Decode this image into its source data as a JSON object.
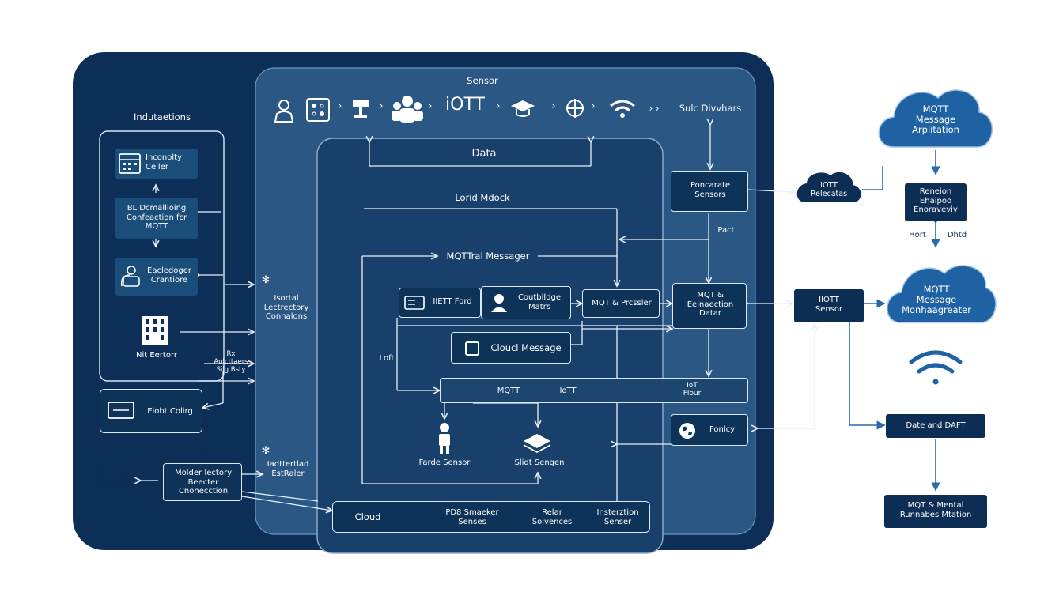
{
  "colors": {
    "outer_panel": "#0d2f57",
    "inner_panel": "#2a5784",
    "data_panel": "#18406b",
    "node_fill": "#0e3359",
    "line": "#e8f0fa",
    "cloud": "#1f62a3",
    "right_line": "#2a6aa8"
  },
  "sensor_panel": {
    "title": "Sensor",
    "iott_label": "iOTT",
    "devices_label": "Sulc Divvhars"
  },
  "left_group": {
    "title": "Indutaetions",
    "inventory_card": "Inconolty\nCeller",
    "connection_card": "BL Dcmallioing\nConfeaction fcr\nMQTT",
    "exchange_card": "Eacledoger\nCrantiore",
    "building_label": "Nit Eertorr",
    "billet_card": "Eiobt Colirg",
    "module_card": "Molder Iectory\nBeecter\nCnonecction",
    "side_label_1": "Isortal\nLectrectory\nConnalons",
    "side_label_2": "Rx\nAulcttaers\nSilg Bsty",
    "side_label_3": "Iadttertlad\nEstRaler"
  },
  "data_panel": {
    "title": "Data",
    "load_model": "Lorid Mdock",
    "mqtt_messager": "MQTTral Messager",
    "iott_ford": "IIETT Ford",
    "coutbildge": "Coutblldge\nMatrs",
    "mqt_presenter": "MQT & Prcssler",
    "cloud_message": "Cloucl Message",
    "loft_label": "Loft",
    "mqtt_bar_1": "MQTT",
    "mqtt_bar_2": "IoTT",
    "farde_sensor": "Farde Sensor",
    "slidt_sensor": "Slidt Sengen",
    "cloud": "Cloud",
    "pb_smaeker": "PD8 Smaeker\nSenses",
    "relar": "Relar\nSoivences",
    "instertation": "Insterztion\nSenser"
  },
  "right_side": {
    "portpolate": "Poncarate\nSensors",
    "pact": "Pact",
    "mqt_extraction": "MQT &\nEeinaection\nDatar",
    "iott_bar": "IoT\nFlour",
    "fonlcy": "Fonlcy",
    "iott_relecatas": "IOTT\nRelecatas",
    "iott_sensor": "IIOTT\nSensor",
    "cloud_1": "MQTT\nMessage\nArplitation",
    "reneion": "Reneion\nEhaipoo\nEnoraveviy",
    "hort": "Hort",
    "dhtd": "Dhtd",
    "cloud_2": "MQTT\nMessage\nMonhaagreater",
    "date_dartt": "Date and DAFT",
    "mqt_mental": "MQT & Mental\nRunnabes Mtation"
  }
}
